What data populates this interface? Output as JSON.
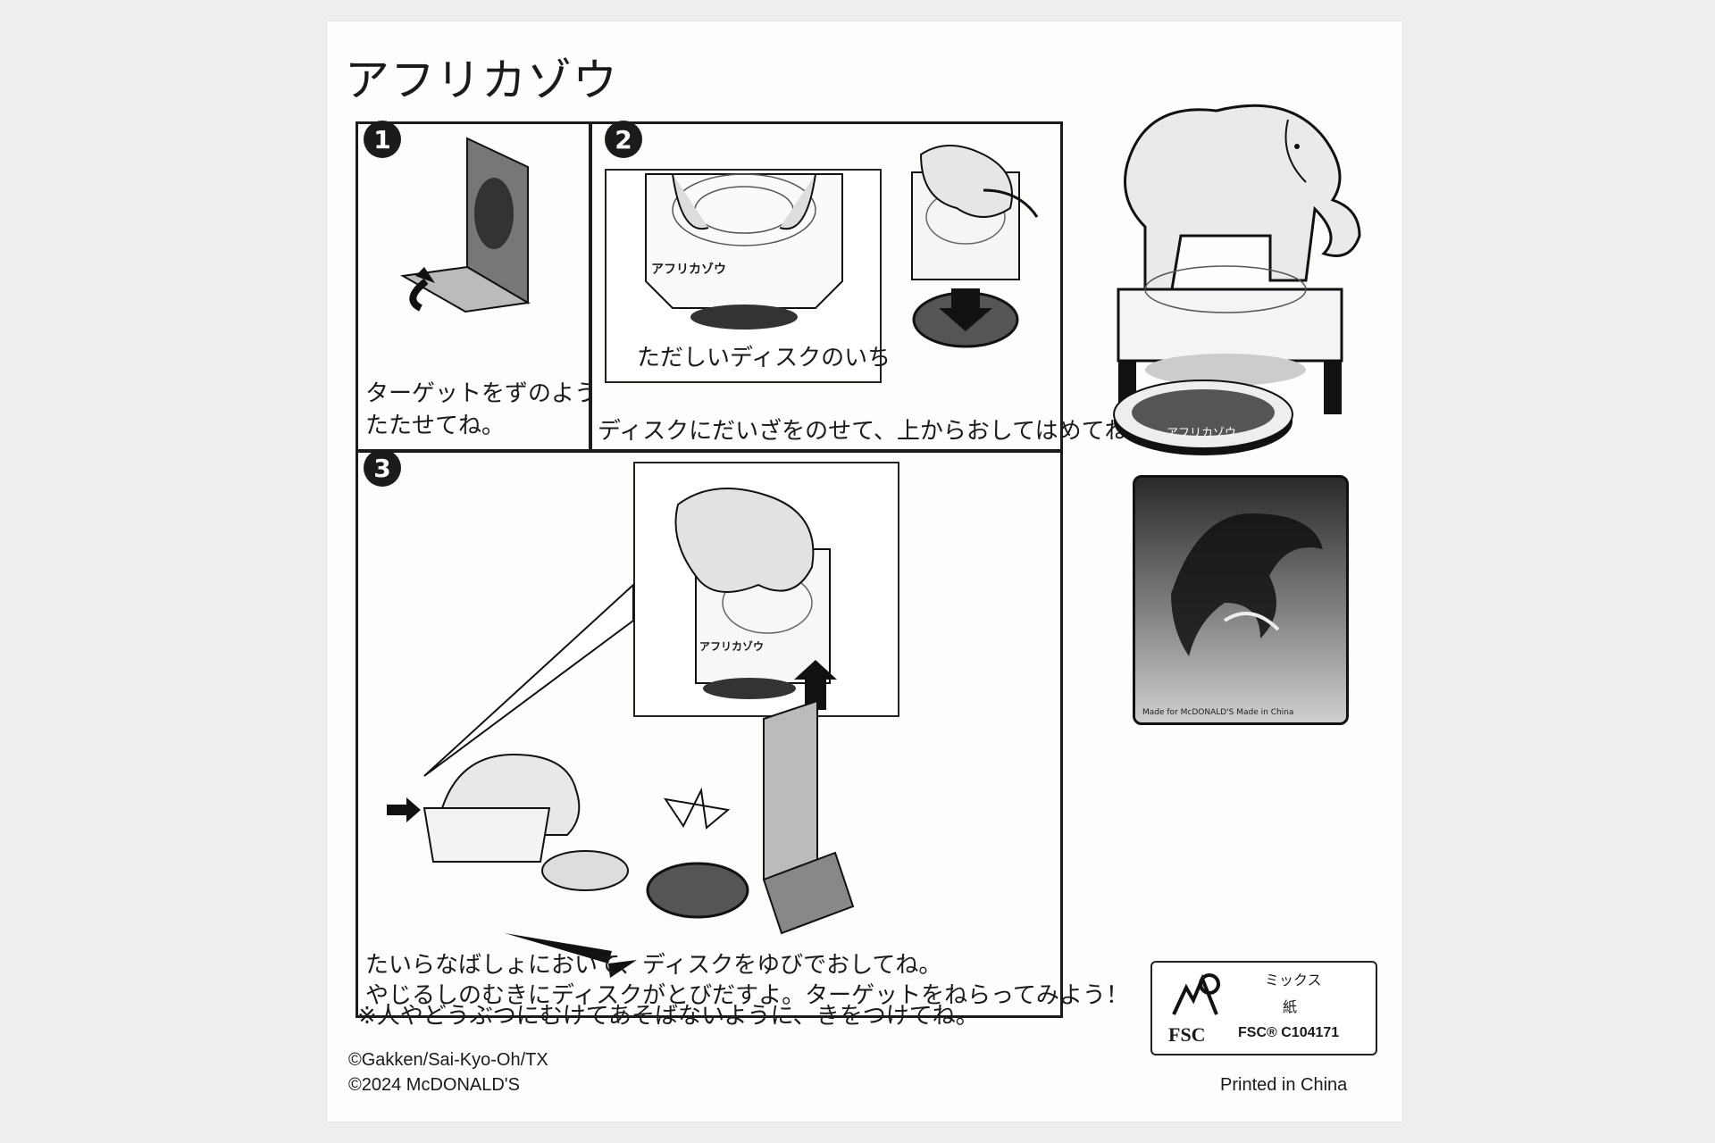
{
  "title": "アフリカゾウ",
  "steps": [
    {
      "num": "1",
      "caption": [
        "ターゲットをずのように",
        "たたせてね。"
      ]
    },
    {
      "num": "2",
      "inner_caption": "ただしいディスクのいち",
      "caption": "ディスクにだいざをのせて、上からおしてはめてね。",
      "label": "アフリカゾウ"
    },
    {
      "num": "3",
      "caption": [
        "たいらなばしょにおいて、ディスクをゆびでおしてね。",
        "やじるしのむきにディスクがとびだすよ。ターゲットをねらってみよう！"
      ],
      "label": "アフリカゾウ"
    }
  ],
  "warning": "※人やどうぶつにむけてあそばないように、きをつけてね。",
  "disc_label": "アフリカゾウ",
  "copyright": [
    "©Gakken/Sai-Kyo-Oh/TX",
    "©2024 McDONALD'S"
  ],
  "fsc": {
    "mix": "ミックス",
    "paper": "紙",
    "logo_text": "FSC",
    "code": "FSC® C104171"
  },
  "printed": "Printed in China",
  "card": {
    "made_in": "Made for McDONALD'S  Made in China"
  },
  "colors": {
    "ink": "#1b1b1b",
    "paper": "#fdfdfb"
  }
}
